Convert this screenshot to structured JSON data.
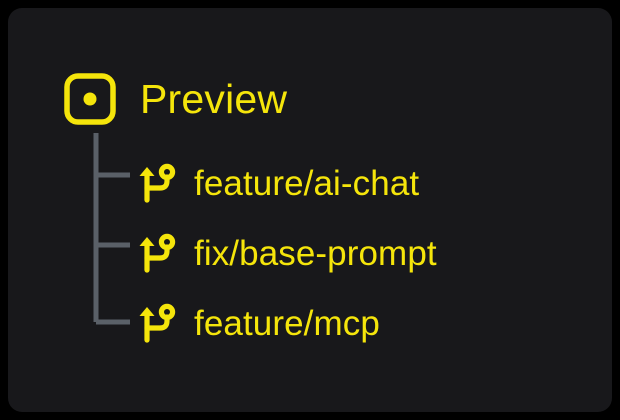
{
  "colors": {
    "background": "#000000",
    "panel": "#18181b",
    "accent_yellow": "#f5e50b",
    "tree_line_gray": "#5a6068"
  },
  "header": {
    "icon": "preview-square-dot-icon",
    "label": "Preview"
  },
  "tree": {
    "branch_icon": "git-branch-icon",
    "items": [
      {
        "label": "feature/ai-chat",
        "connector": "tee"
      },
      {
        "label": "fix/base-prompt",
        "connector": "tee"
      },
      {
        "label": "feature/mcp",
        "connector": "elbow"
      }
    ]
  }
}
